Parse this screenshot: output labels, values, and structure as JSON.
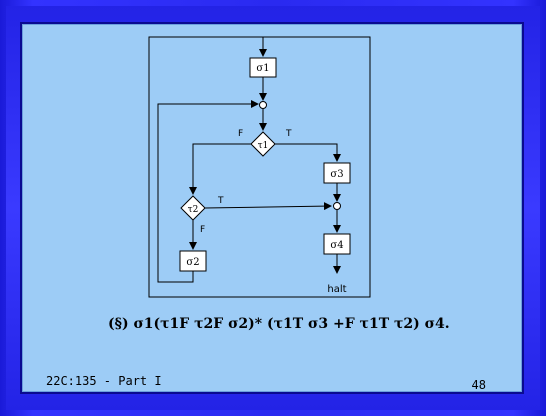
{
  "diagram": {
    "nodes": {
      "sigma1": "σ1",
      "sigma2": "σ2",
      "sigma3": "σ3",
      "sigma4": "σ4",
      "tau1": "τ1",
      "tau2": "τ2"
    },
    "edge_labels": {
      "tau1_false": "F",
      "tau1_true": "T",
      "tau2_true": "T",
      "tau2_false": "F"
    },
    "halt_label": "halt"
  },
  "formula": {
    "prefix": "(§)",
    "text": "σ1(τ1F τ2F σ2)* (τ1T σ3 +F τ1T τ2) σ4."
  },
  "footer": {
    "course": "22C:135 - Part I",
    "page_number": "48"
  }
}
